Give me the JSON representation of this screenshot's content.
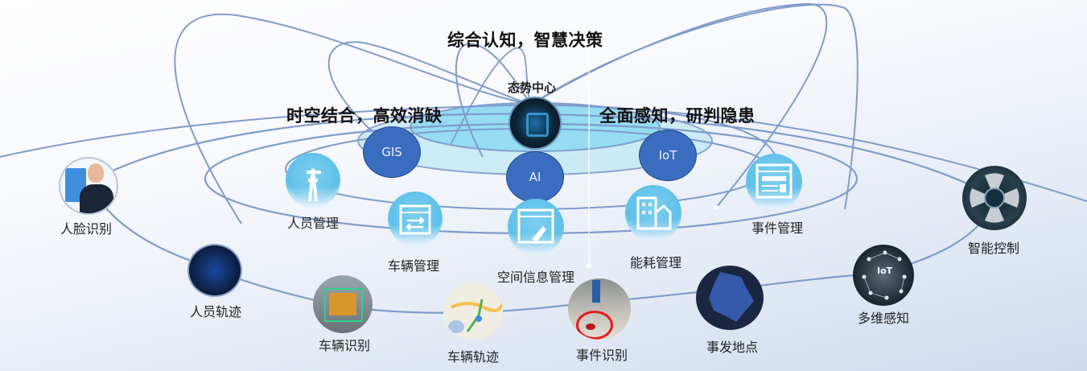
{
  "headlines": {
    "top": "综合认知，智慧决策",
    "left": "时空结合，高效消缺",
    "right": "全面感知，研判隐患"
  },
  "center": {
    "label": "态势中心",
    "icon": "dashboard-screen-icon"
  },
  "tech_nodes": [
    {
      "label": "GIS"
    },
    {
      "label": "AI"
    },
    {
      "label": "IoT"
    }
  ],
  "service_nodes": [
    {
      "label": "人员管理",
      "icon": "power-tower-worker-icon"
    },
    {
      "label": "车辆管理",
      "icon": "window-transfer-arrows-icon"
    },
    {
      "label": "空间信息管理",
      "icon": "window-touch-hand-icon"
    },
    {
      "label": "能耗管理",
      "icon": "building-icon"
    },
    {
      "label": "事件管理",
      "icon": "window-table-icon"
    }
  ],
  "outer_nodes": [
    {
      "label": "人脸识别",
      "icon": "face-recognition-photo"
    },
    {
      "label": "人员轨迹",
      "icon": "city-night-photo"
    },
    {
      "label": "车辆识别",
      "icon": "truck-detection-photo"
    },
    {
      "label": "车辆轨迹",
      "icon": "route-map-photo"
    },
    {
      "label": "事件识别",
      "icon": "incident-highlight-photo"
    },
    {
      "label": "事发地点",
      "icon": "region-map-photo"
    },
    {
      "label": "多维感知",
      "icon": "iot-network-photo"
    },
    {
      "label": "智能控制",
      "icon": "control-dial-photo"
    }
  ],
  "colors": {
    "orbit_line": "#7f9ccb",
    "tech_node_fill": "#3a6dbf",
    "service_node_fill": "#5ec0ea",
    "center_disc": "#9fe0f5",
    "headline_text": "#111111"
  }
}
